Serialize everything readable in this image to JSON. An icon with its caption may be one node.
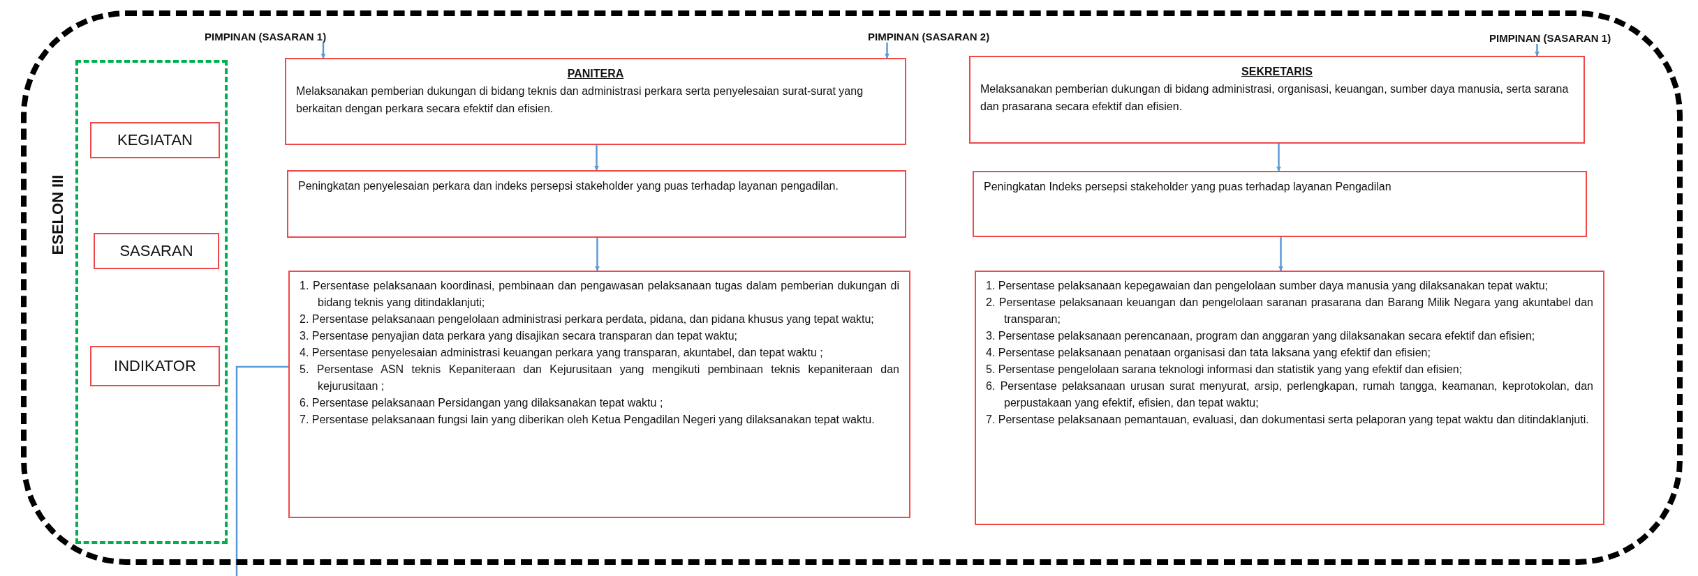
{
  "diagram": {
    "nodes": [
      {
        "text": [
          "ESELON III"
        ]
      },
      {
        "text": [],
        "shape": "box",
        "in": 0
      },
      {
        "text": [
          "KEGIATAN"
        ],
        "in": 1
      },
      {
        "text": [
          "SASARAN"
        ],
        "in": 1
      },
      {
        "text": [
          "INDIKATOR"
        ],
        "in": 1
      },
      {
        "text": [
          "PIMPINAN (SASARAN 1)"
        ],
        "in": 0
      },
      {
        "text": [
          "PANITERA",
          "Melaksanakan pemberian dukungan di bidang teknis dan administrasi perkara serta penyelesaian surat-surat yang berkaitan dengan perkara secara efektif dan efisien."
        ],
        "in": 0
      },
      {
        "text": [
          "PIMPINAN (SASARAN 2)"
        ],
        "in": 0
      },
      {
        "text": [
          "SEKRETARIS",
          "Melaksanakan pemberian dukungan di bidang administrasi, organisasi, keuangan, sumber daya manusia, serta sarana dan prasarana secara efektif dan efisien."
        ],
        "in": 0
      },
      {
        "text": [
          "PIMPINAN (SASARAN 1)"
        ],
        "in": 0
      },
      {
        "text": [
          "Peningkatan penyelesaian perkara dan indeks persepsi stakeholder yang puas terhadap layanan pengadilan."
        ],
        "in": 0
      },
      {
        "text": [
          "1. Persentase pelaksanaan koordinasi, pembinaan dan pengawasan pelaksanaan tugas dalam pemberian dukungan di bidang teknis yang ditindaklanjuti;",
          "2. Persentase pelaksanaan pengelolaan administrasi perkara perdata, pidana, dan pidana khusus yang tepat waktu;",
          "3. Persentase penyajian data perkara yang disajikan secara transparan dan tepat waktu;",
          "4. Persentase penyelesaian administrasi keuangan perkara yang transparan, akuntabel, dan tepat waktu ;",
          "5. Persentase ASN teknis Kepaniteraan dan Kejurusitaan yang mengikuti pembinaan teknis kepaniteraan dan kejurusitaan ;",
          "6. Persentase pelaksanaan Persidangan yang dilaksanakan tepat waktu ;",
          "7. Persentase pelaksanaan fungsi lain yang diberikan oleh Ketua Pengadilan Negeri yang dilaksanakan tepat waktu."
        ],
        "in": 0
      },
      {
        "text": [
          "Peningkatan Indeks persepsi stakeholder yang puas terhadap layanan Pengadilan"
        ],
        "in": 0
      },
      {
        "text": [
          "1. Persentase pelaksanaan kepegawaian dan pengelolaan sumber daya manusia yang dilaksanakan tepat waktu;",
          "2. Persentase pelaksanaan keuangan dan pengelolaan saranan prasarana dan Barang Milik Negara yang akuntabel dan transparan;",
          "3. Persentase pelaksanaan perencanaan, program dan anggaran yang dilaksanakan secara efektif dan efisien;",
          "4. Persentase pelaksanaan penataan organisasi dan tata laksana yang efektif dan efisien;",
          "5. Persentase pengelolaan sarana teknologi informasi dan statistik yang yang efektif dan efisien;",
          "6. Persentase pelaksanaan urusan surat menyurat, arsip, perlengkapan, rumah tangga, keamanan, keprotokolan, dan perpustakaan yang efektif, efisien, dan tepat waktu;",
          "7. Persentase pelaksanaan pemantauan, evaluasi, dan dokumentasi serta pelaporan yang tepat waktu dan ditindaklanjuti."
        ],
        "in": 0
      }
    ],
    "edges": [
      {
        "from": 5,
        "to": 6,
        "arrow": "to"
      },
      {
        "from": 7,
        "to": 6,
        "arrow": "to"
      },
      {
        "from": 9,
        "to": 8,
        "arrow": "to"
      },
      {
        "from": 6,
        "to": 10,
        "arrow": "to"
      },
      {
        "from": 10,
        "to": 11,
        "arrow": "to"
      },
      {
        "from": 8,
        "to": 12,
        "arrow": "to"
      },
      {
        "from": 12,
        "to": 13,
        "arrow": "to"
      },
      {
        "from": 11,
        "to": null,
        "arrow": "none"
      }
    ]
  }
}
